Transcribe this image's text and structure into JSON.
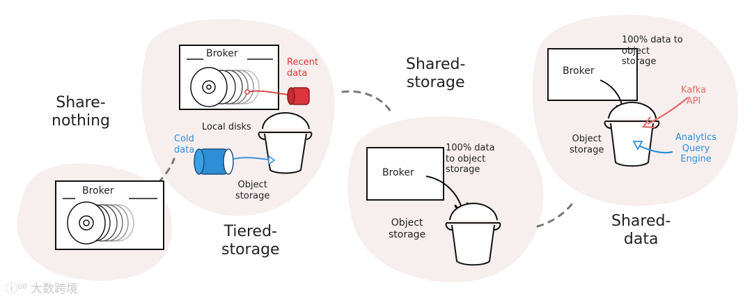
{
  "stages": {
    "share_nothing": [
      "Share-",
      "nothing"
    ],
    "tiered_storage": [
      "Tiered-",
      "storage"
    ],
    "shared_storage": [
      "Shared-",
      "storage"
    ],
    "shared_data": [
      "Shared-",
      "data"
    ]
  },
  "share_nothing_panel": {
    "broker_label": "Broker"
  },
  "tiered_panel": {
    "broker_label": "Broker",
    "recent_data": [
      "Recent",
      "data"
    ],
    "local_disks": "Local disks",
    "cold_data": [
      "Cold",
      "data"
    ],
    "object_storage": [
      "Object",
      "storage"
    ]
  },
  "shared_storage_panel": {
    "broker_label": "Broker",
    "note": [
      "100% data",
      "to object",
      "storage"
    ],
    "object_storage": [
      "Object",
      "storage"
    ]
  },
  "shared_data_panel": {
    "broker_label": "Broker",
    "note": [
      "100% data to",
      "object",
      "storage"
    ],
    "kafka_api": [
      "Kafka",
      "API"
    ],
    "object_storage": [
      "Object",
      "storage"
    ],
    "analytics": [
      "Analytics",
      "Query",
      "Engine"
    ]
  },
  "watermark": "大数跨境",
  "colors": {
    "red": "#d9363e",
    "blue": "#2e8fd6",
    "blob": "#f7eeee",
    "pink": "#e46a6a"
  }
}
